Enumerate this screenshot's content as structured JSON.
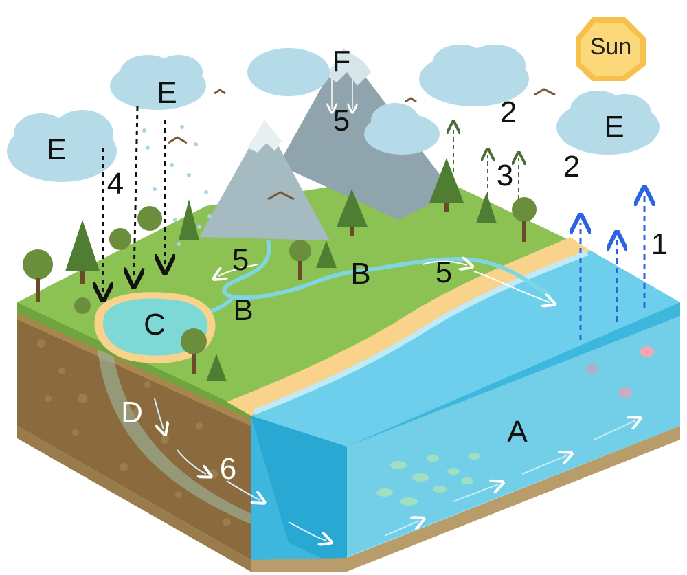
{
  "labels": {
    "sun": "Sun",
    "ocean": "A",
    "river_upper": "B",
    "river_lower": "B",
    "lake": "C",
    "groundwater": "D",
    "cloud_left": "E",
    "cloud_top": "E",
    "cloud_right": "E",
    "snow_peak": "F",
    "evaporation": "1",
    "condensation_center": "2",
    "condensation_right": "2",
    "transpiration": "3",
    "precipitation": "4",
    "runoff_mountain": "5",
    "runoff_river": "5",
    "runoff_coast": "5",
    "infiltration": "6"
  },
  "colors": {
    "sun_fill": "#fbd97a",
    "sun_edge": "#f6c04a",
    "cloud": "#b5dbe8",
    "grass": "#8cc153",
    "soil": "#8b6b3d",
    "sand": "#f9d38b",
    "ocean": "#5fc7e6",
    "river": "#7fd6e0",
    "mountain": "#8fa4ad",
    "evaporation_arrow": "#2b63e3",
    "precipitation_arrow": "#111111",
    "transpiration_arrow": "#4a6b3a"
  }
}
